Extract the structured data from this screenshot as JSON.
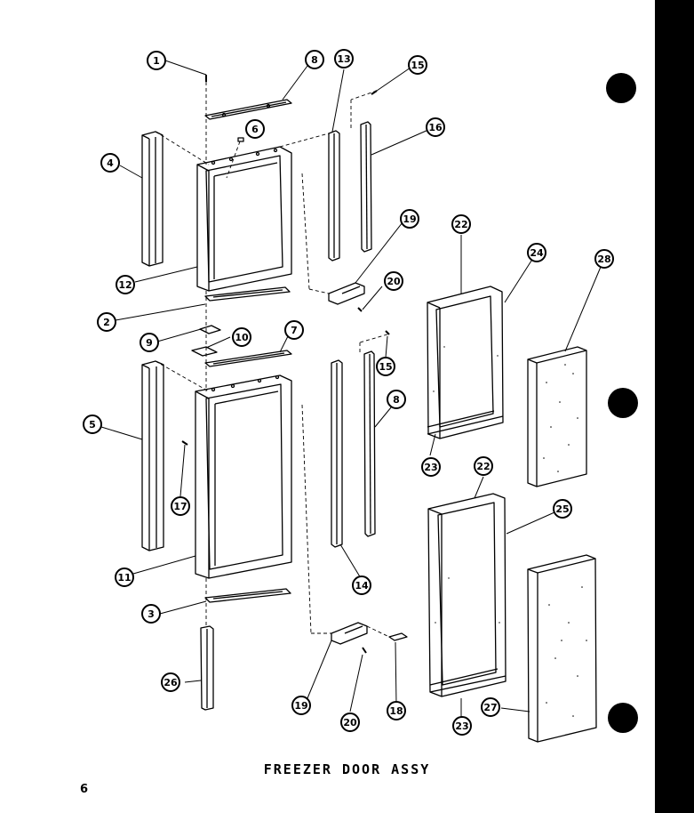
{
  "title": "FREEZER  DOOR ASSY",
  "page_number": "6",
  "callouts": [
    "1",
    "8",
    "6",
    "13",
    "15",
    "16",
    "4",
    "12",
    "19",
    "20",
    "2",
    "9",
    "10",
    "7",
    "15",
    "5",
    "8",
    "17",
    "11",
    "14",
    "3",
    "26",
    "19",
    "20",
    "18",
    "22",
    "24",
    "28",
    "23",
    "22",
    "25",
    "23",
    "27"
  ],
  "colors": {
    "ink": "#000000",
    "paper": "#ffffff"
  }
}
